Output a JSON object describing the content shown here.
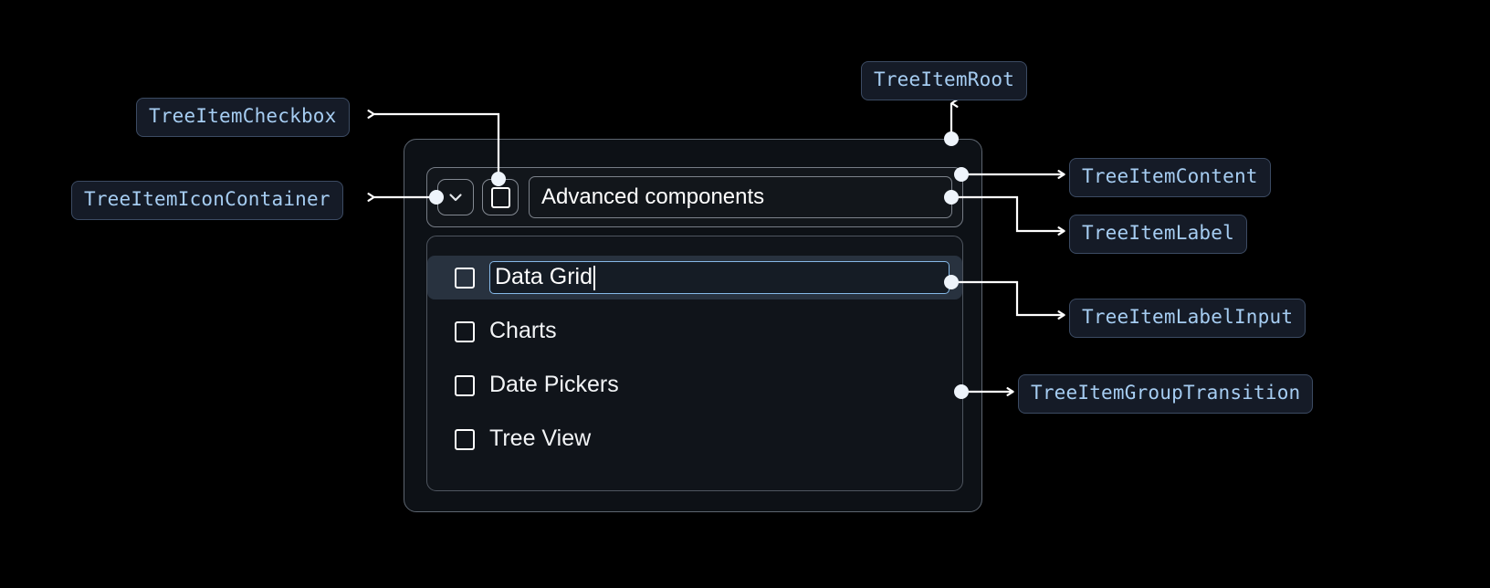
{
  "canvas": {
    "background": "#000000",
    "accent_blue": "#a6cdf2",
    "badge_bg": "#151b27",
    "badge_border": "#3c4b63",
    "connector_color": "#ffffff",
    "focus_border": "#86b9e8",
    "selected_row_bg": "#28323f"
  },
  "annotations": [
    {
      "id": "tree-item-checkbox",
      "label": "TreeItemCheckbox"
    },
    {
      "id": "tree-item-icon-container",
      "label": "TreeItemIconContainer"
    },
    {
      "id": "tree-item-root",
      "label": "TreeItemRoot"
    },
    {
      "id": "tree-item-content",
      "label": "TreeItemContent"
    },
    {
      "id": "tree-item-label",
      "label": "TreeItemLabel"
    },
    {
      "id": "tree-item-label-input",
      "label": "TreeItemLabelInput"
    },
    {
      "id": "tree-item-group-transition",
      "label": "TreeItemGroupTransition"
    }
  ],
  "tree": {
    "icon": "chevron-down-icon",
    "parent_checkbox_checked": false,
    "parent_label": "Advanced components",
    "children": [
      {
        "label": "Data Grid",
        "checked": false,
        "editing": true,
        "selected": true
      },
      {
        "label": "Charts",
        "checked": false,
        "editing": false,
        "selected": false
      },
      {
        "label": "Date Pickers",
        "checked": false,
        "editing": false,
        "selected": false
      },
      {
        "label": "Tree View",
        "checked": false,
        "editing": false,
        "selected": false
      }
    ]
  }
}
